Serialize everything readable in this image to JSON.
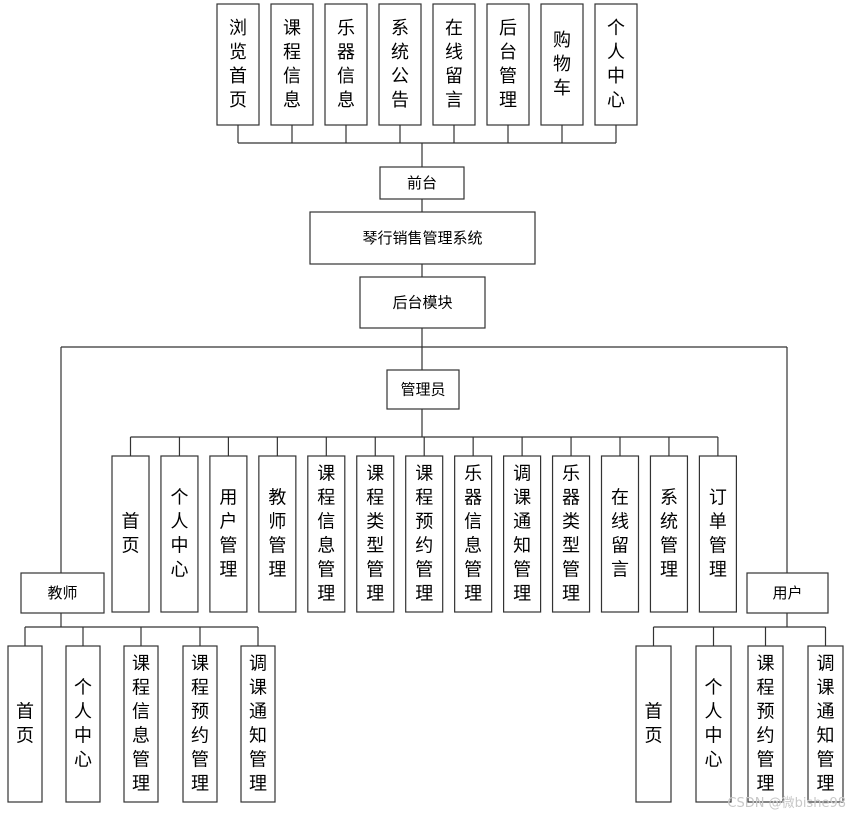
{
  "system": "琴行销售管理系统",
  "frontend": {
    "label": "前台",
    "items": [
      "浏览首页",
      "课程信息",
      "乐器信息",
      "系统公告",
      "在线留言",
      "后台管理",
      "购物车",
      "个人中心"
    ]
  },
  "backend": {
    "label": "后台模块"
  },
  "admin": {
    "label": "管理员",
    "items": [
      "首页",
      "个人中心",
      "用户管理",
      "教师管理",
      "课程信息管理",
      "课程类型管理",
      "课程预约管理",
      "乐器信息管理",
      "调课通知管理",
      "乐器类型管理",
      "在线留言",
      "系统管理",
      "订单管理"
    ]
  },
  "teacher": {
    "label": "教师",
    "items": [
      "首页",
      "个人中心",
      "课程信息管理",
      "课程预约管理",
      "调课通知管理"
    ]
  },
  "user": {
    "label": "用户",
    "items": [
      "首页",
      "个人中心",
      "课程预约管理",
      "调课通知管理"
    ]
  },
  "watermark": "CSDN @微bishe98"
}
